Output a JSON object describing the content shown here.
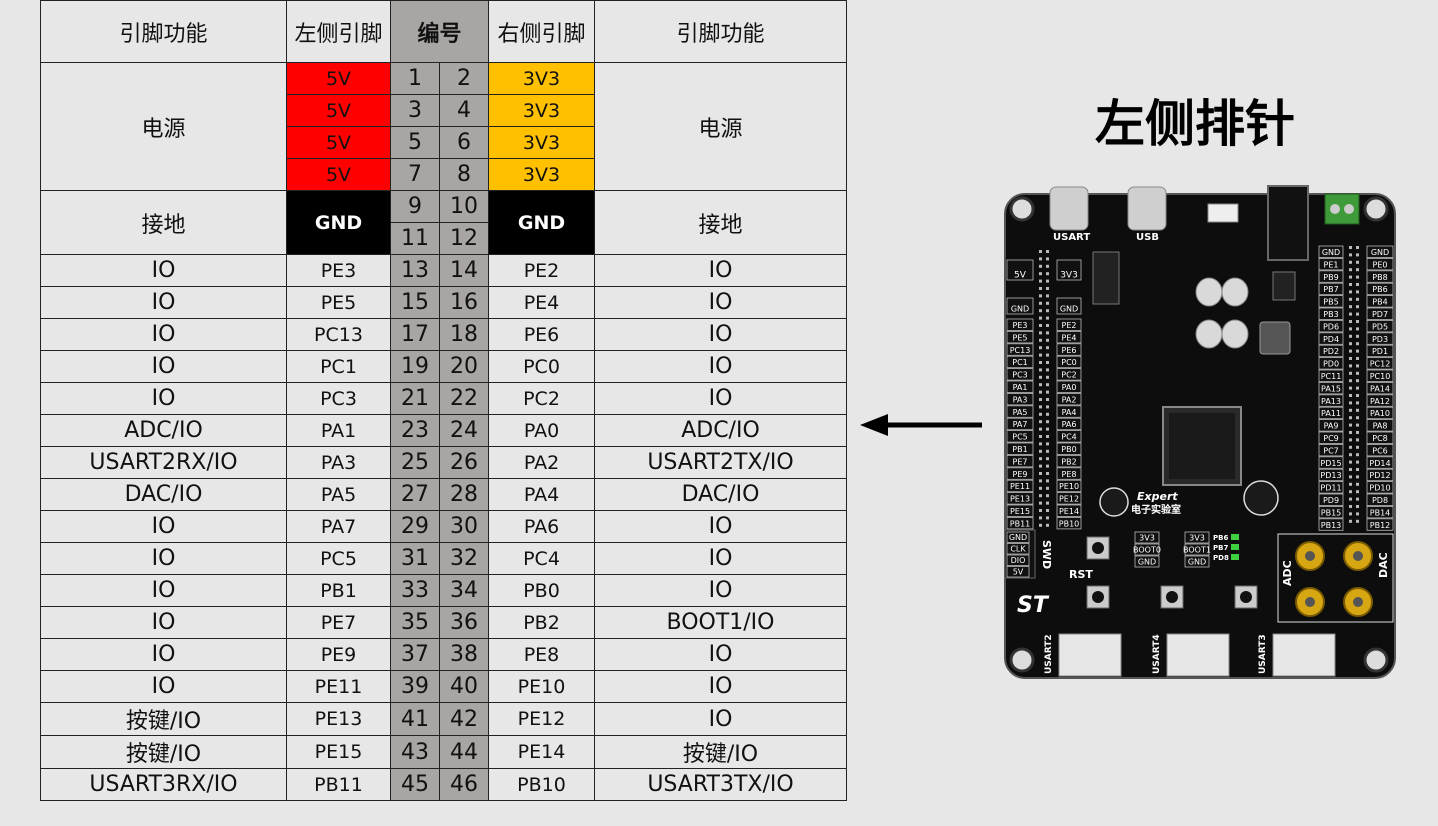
{
  "title": "左侧排针",
  "headers": {
    "func_left": "引脚功能",
    "left_pin": "左侧引脚",
    "number": "编号",
    "right_pin": "右侧引脚",
    "func_right": "引脚功能"
  },
  "power": {
    "func": "电源",
    "rows": [
      {
        "l": "5V",
        "n1": "1",
        "n2": "2",
        "r": "3V3"
      },
      {
        "l": "5V",
        "n1": "3",
        "n2": "4",
        "r": "3V3"
      },
      {
        "l": "5V",
        "n1": "5",
        "n2": "6",
        "r": "3V3"
      },
      {
        "l": "5V",
        "n1": "7",
        "n2": "8",
        "r": "3V3"
      }
    ]
  },
  "ground": {
    "func": "接地",
    "left": "GND",
    "right": "GND",
    "rows": [
      {
        "n1": "9",
        "n2": "10"
      },
      {
        "n1": "11",
        "n2": "12"
      }
    ]
  },
  "io_rows": [
    {
      "lf": "IO",
      "lp": "PE3",
      "n1": "13",
      "n2": "14",
      "rp": "PE2",
      "rf": "IO"
    },
    {
      "lf": "IO",
      "lp": "PE5",
      "n1": "15",
      "n2": "16",
      "rp": "PE4",
      "rf": "IO"
    },
    {
      "lf": "IO",
      "lp": "PC13",
      "n1": "17",
      "n2": "18",
      "rp": "PE6",
      "rf": "IO"
    },
    {
      "lf": "IO",
      "lp": "PC1",
      "n1": "19",
      "n2": "20",
      "rp": "PC0",
      "rf": "IO"
    },
    {
      "lf": "IO",
      "lp": "PC3",
      "n1": "21",
      "n2": "22",
      "rp": "PC2",
      "rf": "IO"
    },
    {
      "lf": "ADC/IO",
      "lp": "PA1",
      "n1": "23",
      "n2": "24",
      "rp": "PA0",
      "rf": "ADC/IO"
    },
    {
      "lf": "USART2RX/IO",
      "lp": "PA3",
      "n1": "25",
      "n2": "26",
      "rp": "PA2",
      "rf": "USART2TX/IO"
    },
    {
      "lf": "DAC/IO",
      "lp": "PA5",
      "n1": "27",
      "n2": "28",
      "rp": "PA4",
      "rf": "DAC/IO"
    },
    {
      "lf": "IO",
      "lp": "PA7",
      "n1": "29",
      "n2": "30",
      "rp": "PA6",
      "rf": "IO"
    },
    {
      "lf": "IO",
      "lp": "PC5",
      "n1": "31",
      "n2": "32",
      "rp": "PC4",
      "rf": "IO"
    },
    {
      "lf": "IO",
      "lp": "PB1",
      "n1": "33",
      "n2": "34",
      "rp": "PB0",
      "rf": "IO"
    },
    {
      "lf": "IO",
      "lp": "PE7",
      "n1": "35",
      "n2": "36",
      "rp": "PB2",
      "rf": "BOOT1/IO"
    },
    {
      "lf": "IO",
      "lp": "PE9",
      "n1": "37",
      "n2": "38",
      "rp": "PE8",
      "rf": "IO"
    },
    {
      "lf": "IO",
      "lp": "PE11",
      "n1": "39",
      "n2": "40",
      "rp": "PE10",
      "rf": "IO"
    },
    {
      "lf": "按键/IO",
      "lp": "PE13",
      "n1": "41",
      "n2": "42",
      "rp": "PE12",
      "rf": "IO"
    },
    {
      "lf": "按键/IO",
      "lp": "PE15",
      "n1": "43",
      "n2": "44",
      "rp": "PE14",
      "rf": "按键/IO"
    },
    {
      "lf": "USART3RX/IO",
      "lp": "PB11",
      "n1": "45",
      "n2": "46",
      "rp": "PB10",
      "rf": "USART3TX/IO"
    }
  ],
  "board": {
    "top_labels": {
      "usart": "USART",
      "usb": "USB"
    },
    "left_header_labels": [
      "5V",
      "GND",
      "PE3",
      "PE5",
      "PC13",
      "PC1",
      "PC3",
      "PA1",
      "PA3",
      "PA5",
      "PA7",
      "PC5",
      "PB1",
      "PE7",
      "PE9",
      "PE11",
      "PE13",
      "PE15",
      "PB11"
    ],
    "left_inner_labels": [
      "3V3",
      "GND",
      "PE2",
      "PE4",
      "PE6",
      "PC0",
      "PC2",
      "PA0",
      "PA2",
      "PA4",
      "PA6",
      "PC4",
      "PB0",
      "PB2",
      "PE8",
      "PE10",
      "PE12",
      "PE14",
      "PB10"
    ],
    "right_inner_labels": [
      "GND",
      "PE1",
      "PB9",
      "PB7",
      "PB5",
      "PB3",
      "PD6",
      "PD4",
      "PD2",
      "PD0",
      "PC11",
      "PA15",
      "PA13",
      "PA11",
      "PA9",
      "PC9",
      "PC7",
      "PD15",
      "PD13",
      "PD11",
      "PD9",
      "PB15",
      "PB13"
    ],
    "right_header_labels": [
      "GND",
      "PE0",
      "PB8",
      "PB6",
      "PB4",
      "PD7",
      "PD5",
      "PD3",
      "PD1",
      "PC12",
      "PC10",
      "PA14",
      "PA12",
      "PA10",
      "PA8",
      "PC8",
      "PC6",
      "PD14",
      "PD12",
      "PD10",
      "PD8",
      "PB14",
      "PB12"
    ],
    "swd_labels": [
      "GND",
      "CLK",
      "DIO",
      "5V"
    ],
    "swd": "SWD",
    "rst": "RST",
    "boot_labels": [
      "3V3",
      "3V3",
      "BOOT0",
      "BOOT1",
      "GND",
      "GND"
    ],
    "led_labels": [
      "PB6",
      "PB7",
      "PD8"
    ],
    "adc": "ADC",
    "dac": "DAC",
    "brand": "Expert",
    "brand_sub": "电子实验室",
    "bottom_labels": [
      "USART2",
      "USART4",
      "USART3"
    ]
  }
}
